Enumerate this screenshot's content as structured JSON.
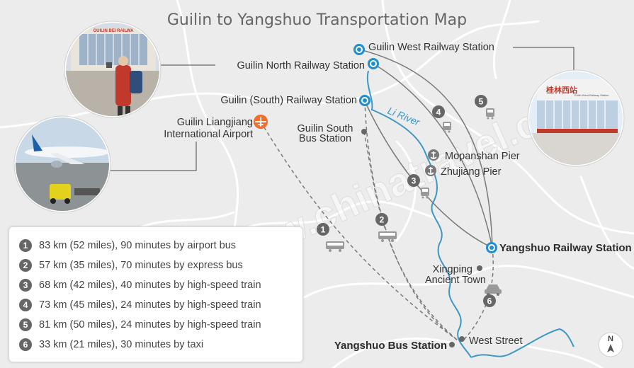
{
  "title": "Guilin to Yangshuo Transportation Map",
  "watermark": "www.chinatravel.com",
  "stations": {
    "guilin_west": "Guilin West Railway Station",
    "guilin_north": "Guilin North Railway Station",
    "guilin_south": "Guilin (South) Railway Station",
    "airport_line1": "Guilin Liangjiang",
    "airport_line2": "International Airport",
    "bus_line1": "Guilin South",
    "bus_line2": "Bus Station",
    "mopanshan": "Mopanshan Pier",
    "zhujiang": "Zhujiang Pier",
    "yangshuo_rail": "Yangshuo Railway Station",
    "xingping_line1": "Xingping",
    "xingping_line2": "Ancient Town",
    "yangshuo_bus": "Yangshuo Bus Station",
    "west_street": "West Street"
  },
  "river": "Li River",
  "north": "N",
  "route_numbers": [
    "1",
    "2",
    "3",
    "4",
    "5",
    "6"
  ],
  "legend": [
    {
      "num": "1",
      "text": "83 km (52 miles), 90 minutes by airport bus"
    },
    {
      "num": "2",
      "text": "57 km (35 miles), 70 minutes by express bus"
    },
    {
      "num": "3",
      "text": "68 km (42 miles), 40 minutes by high-speed train"
    },
    {
      "num": "4",
      "text": "73 km (45 miles), 24 minutes by high-speed train"
    },
    {
      "num": "5",
      "text": "81 km (50 miles), 24 minutes by high-speed train"
    },
    {
      "num": "6",
      "text": "33 km (21 miles), 30 minutes by taxi"
    }
  ],
  "photo_signs": {
    "guilin_north_sign": "GUILIN BEI RAILWA",
    "guilin_west_cn": "桂林西站",
    "guilin_west_en": "Guilin West Railway Station"
  },
  "colors": {
    "background": "#ececec",
    "road": "#ffffff",
    "river": "#3d97c6",
    "rail_icon": "#1f8fd0",
    "airport_icon": "#f26c2a",
    "route_line": "#7a7a7a",
    "marker": "#666666"
  }
}
